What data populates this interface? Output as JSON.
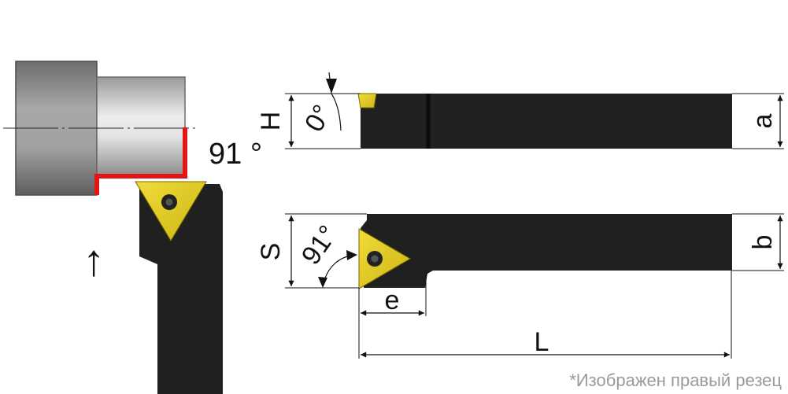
{
  "labels": {
    "angle_left": "91 °",
    "angle_top": "0°",
    "angle_bottom": "91°",
    "dim_H": "H",
    "dim_a": "a",
    "dim_S": "S",
    "dim_b": "b",
    "dim_e": "e",
    "dim_L": "L",
    "arrow": "↑"
  },
  "footnote": "*Изображен правый резец",
  "colors": {
    "body": "#202020",
    "insert": "#e2cc1c",
    "workpiece": "#9a9a9a",
    "cut_path": "#e11515"
  }
}
